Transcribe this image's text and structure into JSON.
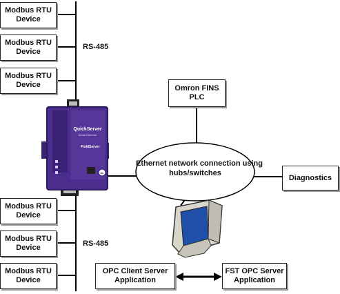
{
  "devices_top": [
    "Modbus RTU\nDevice",
    "Modbus RTU\nDevice",
    "Modbus RTU\nDevice"
  ],
  "devices_bottom": [
    "Modbus RTU\nDevice",
    "Modbus RTU\nDevice",
    "Modbus RTU\nDevice"
  ],
  "bus_label_top": "RS-485",
  "bus_label_bottom": "RS-485",
  "plc": "Omron FINS\nPLC",
  "network": {
    "line1": "Ethernet network connection using",
    "line2": "hubs/switches"
  },
  "diagnostics": "Diagnostics",
  "opc_client": "OPC Client Server\nApplication",
  "fst_server": "FST OPC Server\nApplication",
  "gateway": {
    "brand": "QuickServer",
    "subtitle": "Serial-Ethernet",
    "logo": "FieldServer",
    "cert": "UL"
  },
  "colors": {
    "gateway_purple": "#4a2d8c",
    "gateway_dark": "#2e1a63",
    "monitor_beige": "#d9d6cc",
    "screen": "#1f4fa8",
    "box_border": "#222222"
  }
}
